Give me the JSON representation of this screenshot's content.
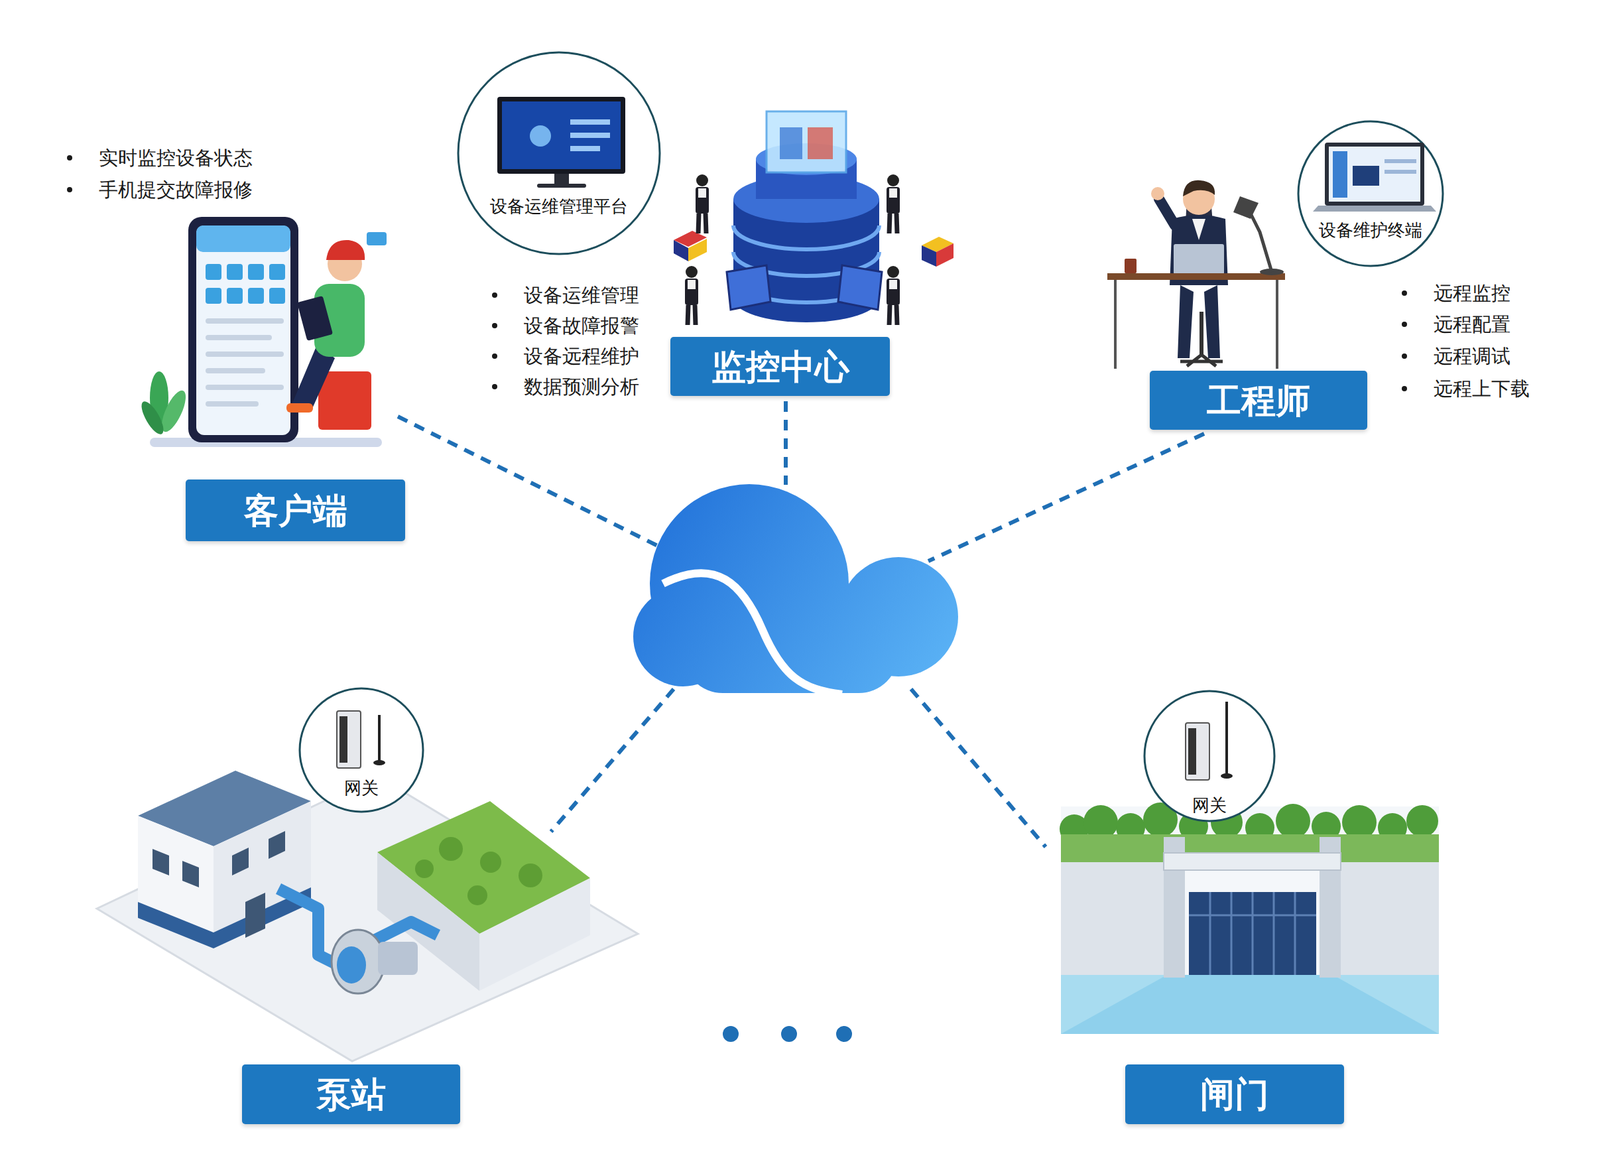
{
  "diagram": {
    "nodes": [
      {
        "text": [
          "设备运维管理平台"
        ]
      },
      {
        "text": [
          "设备维护终端"
        ]
      },
      {
        "text": [
          "监控中心"
        ]
      },
      {
        "text": [
          "工程师"
        ]
      },
      {
        "text": [
          "客户端"
        ]
      },
      {
        "text": [
          "网关"
        ]
      },
      {
        "text": [
          "网关"
        ]
      },
      {
        "text": [
          "泵站"
        ]
      },
      {
        "text": [
          "闸门"
        ]
      }
    ],
    "labels": [
      "实时监控设备状态",
      "手机提交故障报修",
      "设备运维管理",
      "设备故障报警",
      "设备远程维护",
      "数据预测分析",
      "远程监控",
      "远程配置",
      "远程调试",
      "远程上下载"
    ]
  }
}
